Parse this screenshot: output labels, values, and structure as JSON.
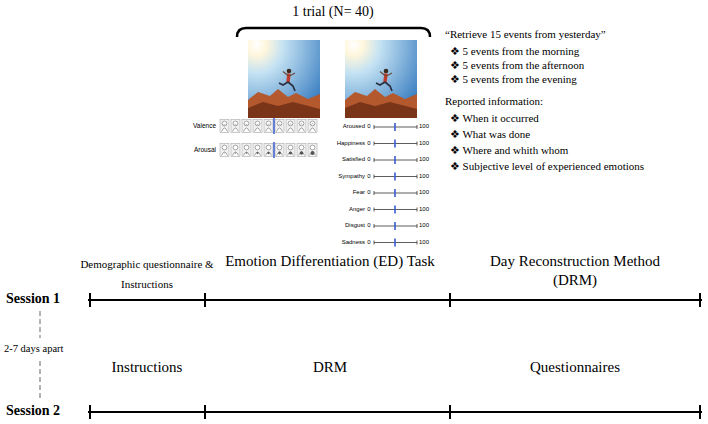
{
  "diagram": {
    "labels": [
      "1 trial (N= 40)",
      "Valence",
      "Arousal",
      "Aroused",
      "0",
      "100",
      "Happiness",
      "0",
      "100",
      "Satisfied",
      "0",
      "100",
      "Sympathy",
      "0",
      "100",
      "Fear",
      "0",
      "100",
      "Anger",
      "0",
      "100",
      "Disgust",
      "0",
      "100",
      "Sadness",
      "0",
      "100",
      "“Retrieve 15 events from yesterday”",
      "❖ 5 events from the morning",
      "❖ 5 events from the afternoon",
      "❖ 5 events from the evening",
      "Reported information:",
      "❖ When it occurred",
      "❖ What was done",
      "❖ Where and whith whom",
      "❖ Subjective level of experienced emotions",
      "Demographic questionnaire & Instructions",
      "Emotion Differentiation (ED) Task",
      "Day Reconstruction Method (DRM)",
      "Session 1",
      "2-7 days apart",
      "Instructions",
      "DRM",
      "Questionnaires",
      "Session 2"
    ]
  }
}
